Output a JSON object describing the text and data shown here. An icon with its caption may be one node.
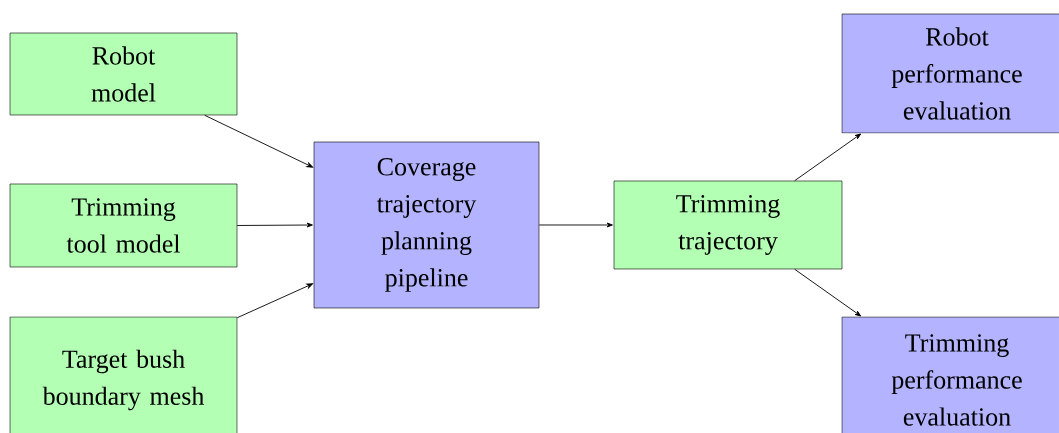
{
  "diagram": {
    "nodes": [
      {
        "text": [
          "Robot model"
        ]
      },
      {
        "text": [
          "Trimming tool model"
        ]
      },
      {
        "text": [
          "Target bush boundary mesh"
        ]
      },
      {
        "text": [
          "Coverage trajectory planning pipeline"
        ]
      },
      {
        "text": [
          "Trimming trajectory"
        ]
      },
      {
        "text": [
          "Robot performance evaluation"
        ]
      },
      {
        "text": [
          "Trimming performance evaluation"
        ]
      }
    ],
    "edges": [
      {
        "from": 0,
        "to": 3,
        "arrow": "to"
      },
      {
        "from": 1,
        "to": 3,
        "arrow": "to"
      },
      {
        "from": 2,
        "to": 3,
        "arrow": "to"
      },
      {
        "from": 3,
        "to": 4,
        "arrow": "to"
      },
      {
        "from": 4,
        "to": 5,
        "arrow": "to"
      },
      {
        "from": 4,
        "to": 6,
        "arrow": "to"
      }
    ]
  }
}
